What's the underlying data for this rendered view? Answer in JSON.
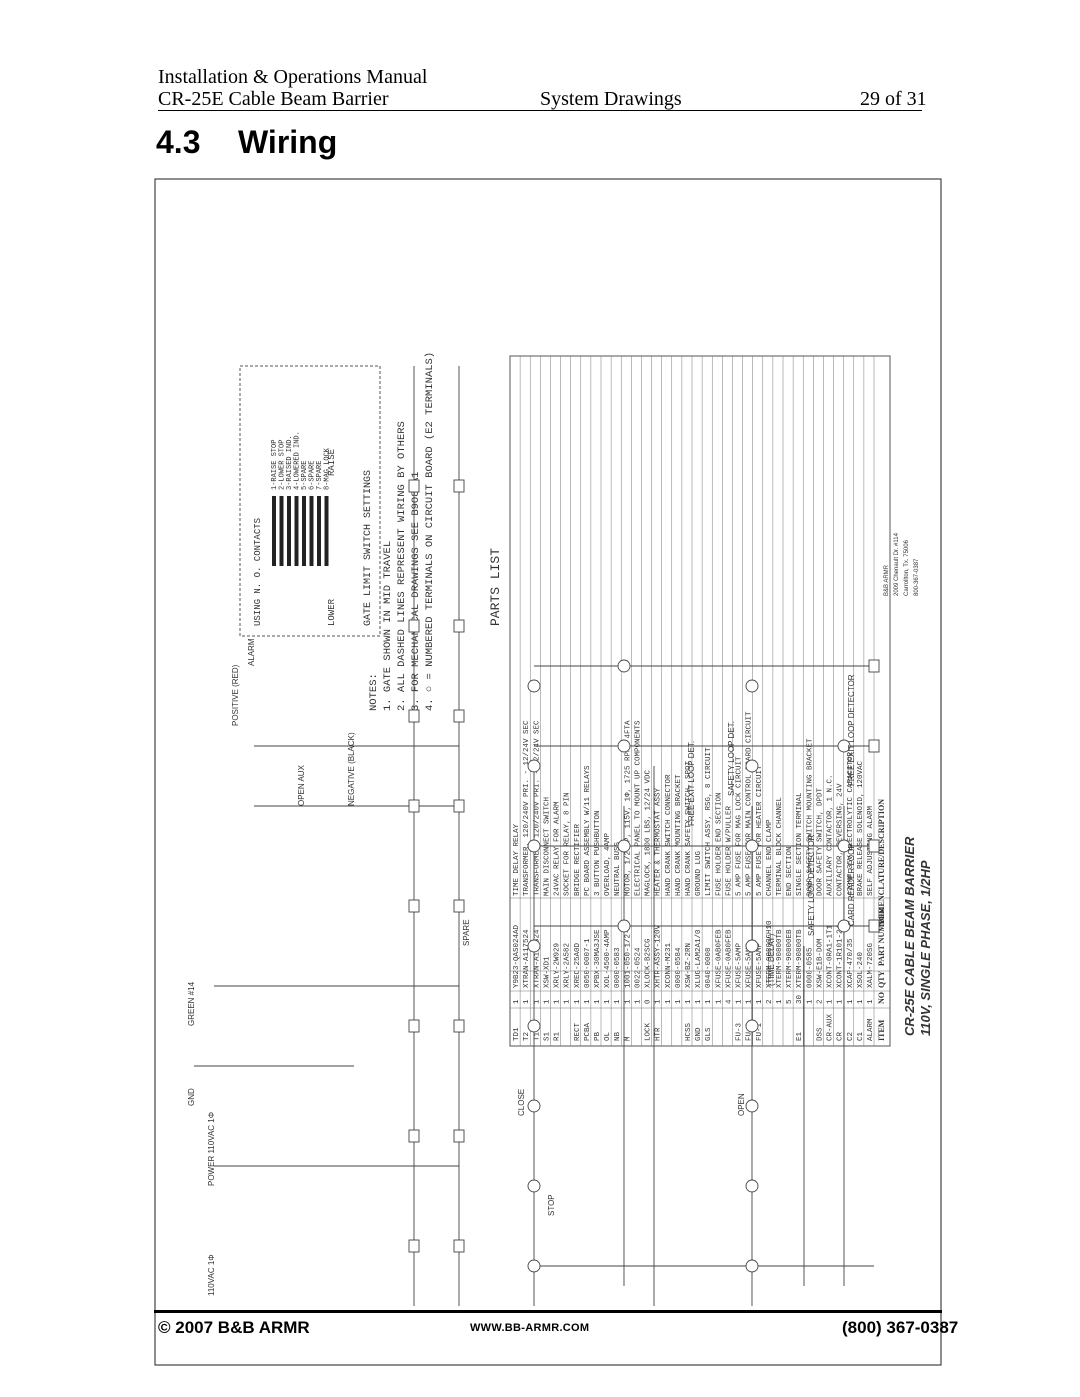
{
  "header": {
    "manual_title": "Installation & Operations Manual",
    "product_name": "CR-25E Cable Beam Barrier",
    "section_label": "System Drawings",
    "page_number": "29 of 31"
  },
  "section": {
    "number": "4.3",
    "title": "Wiring"
  },
  "drawing": {
    "notes_title": "NOTES:",
    "notes": [
      "1. GATE SHOWN IN MID TRAVEL",
      "2. ALL DASHED LINES REPRESENT WIRING BY OTHERS",
      "3. FOR MECHANICAL DRAWINGS SEE B9O8RA1",
      "4. ○ = NUMBERED TERMINALS ON CIRCUIT BOARD (E2 TERMINALS)"
    ],
    "limit_switch_title": "GATE LIMIT SWITCH SETTINGS",
    "limit_switch_subtitle": "USING N. O. CONTACTS",
    "limit_switch_positions": [
      "RAISE",
      "LOWER"
    ],
    "limit_switch_labels": [
      "1-RAISE STOP",
      "2-LOWER STOP",
      "3-RAISED IND.",
      "4-LOWERED IND.",
      "5-SPARE",
      "6-SPARE",
      "7-SPARE",
      "8-MAG LOCK"
    ],
    "parts_list_title": "PARTS LIST",
    "parts_columns": [
      "ITEM",
      "NO",
      "QTY",
      "PART NUMBER",
      "NOMENCLATURE/DESCRIPTION"
    ],
    "parts": [
      {
        "item": "TD1",
        "qty": "1",
        "part": "Y9B23-QAS024AD",
        "desc": "TIME DELAY RELAY"
      },
      {
        "item": "T2",
        "qty": "1",
        "part": "XTRAN-A117524",
        "desc": "TRANSFORMER, 120/240V PRI. - 12/24V SEC"
      },
      {
        "item": "T1",
        "qty": "1",
        "part": "XTRAN-A117524",
        "desc": "TRANSFORMER, 120/240V PRI. - 12/24V SEC"
      },
      {
        "item": "S1",
        "qty": "1",
        "part": "XSW-XD1",
        "desc": "MAIN DISCONNECT SWITCH"
      },
      {
        "item": "R1",
        "qty": "1",
        "part": "XRLY-2W929",
        "desc": "24VAC RELAY FOR ALARM"
      },
      {
        "item": "",
        "qty": "1",
        "part": "XRLY-2A582",
        "desc": "SOCKET FOR RELAY, 8 PIN"
      },
      {
        "item": "RECT",
        "qty": "1",
        "part": "XREC-25A0D",
        "desc": "BRIDGE RECTIFIER"
      },
      {
        "item": "PCBA",
        "qty": "1",
        "part": "0050-0007-1",
        "desc": "PC BOARD ASSEMBLY W/11 RELAYS"
      },
      {
        "item": "PB",
        "qty": "1",
        "part": "XPBX-30MA3JSE",
        "desc": "3 BUTTON PUSHBUTTON"
      },
      {
        "item": "OL",
        "qty": "1",
        "part": "XOL-4500-4AMP",
        "desc": "OVERLOAD, 4AMP"
      },
      {
        "item": "NB",
        "qty": "1",
        "part": "0000-0583",
        "desc": "NEUTRAL BUSS"
      },
      {
        "item": "M",
        "qty": "1",
        "part": "1001-050-1/2-2",
        "desc": "MOTOR, 1/2 HP, 115V, 1Φ, 1725 RPM, 4FTA"
      },
      {
        "item": "",
        "qty": "1",
        "part": "0022-0524",
        "desc": "ELECTRICAL PANEL TO MOUNT UP COMPONENTS"
      },
      {
        "item": "LOCK",
        "qty": "0",
        "part": "XLOCK-B2SCG",
        "desc": "MAGLOCK, 1800 LBS, 12/24 VDC"
      },
      {
        "item": "HTR",
        "qty": "1",
        "part": "XHTR-ASSY-120V",
        "desc": "HEATER & THERMOSTAT ASSY"
      },
      {
        "item": "",
        "qty": "1",
        "part": "XCONN-M231",
        "desc": "HAND CRANK SWITCH CONNECTOR"
      },
      {
        "item": "",
        "qty": "1",
        "part": "0000-0584",
        "desc": "HAND CRANK MOUNTING BRACKET"
      },
      {
        "item": "HCSS",
        "qty": "1",
        "part": "XSW-BZ-2RN",
        "desc": "HAND CRANK SAFETY SWITCH, SPDT"
      },
      {
        "item": "GND",
        "qty": "1",
        "part": "XLUG-LAM2A1/0",
        "desc": "GROUND LUG"
      },
      {
        "item": "GLS",
        "qty": "1",
        "part": "0040-0008",
        "desc": "LIMIT SWITCH ASSY, RSG, 8 CIRCUIT"
      },
      {
        "item": "",
        "qty": "1",
        "part": "XFUSE-0AB0FEB",
        "desc": "FUSE HOLDER END SECTION"
      },
      {
        "item": "",
        "qty": "4",
        "part": "XFUSE-0AB0FEB",
        "desc": "FUSE HOLDER W/PULLER"
      },
      {
        "item": "FU-3",
        "qty": "1",
        "part": "XFUSE-5AMP",
        "desc": "5 AMP FUSE FOR MAG LOCK CIRCUIT"
      },
      {
        "item": "FU-2",
        "qty": "1",
        "part": "XFUSE-5AMP",
        "desc": "5 AMP FUSE FOR MAIN CONTROL BOARD CIRCUIT"
      },
      {
        "item": "FU-1",
        "qty": "1",
        "part": "XFUSE-5AMP",
        "desc": "5 AMP FUSE FOR HEATER CIRCUIT"
      },
      {
        "item": "",
        "qty": "2",
        "part": "XTERM-90800CH10",
        "desc": "CHANNEL END CLAMP"
      },
      {
        "item": "",
        "qty": "1",
        "part": "XTERM-90800TB",
        "desc": "TERMINAL BLOCK CHANNEL"
      },
      {
        "item": "",
        "qty": "5",
        "part": "XTERM-90800EB",
        "desc": "END SECTION"
      },
      {
        "item": "E1",
        "qty": "30",
        "part": "XTERM-90800TB",
        "desc": "SINGLE SECTION TERMINAL"
      },
      {
        "item": "",
        "qty": "1",
        "part": "0000-0585",
        "desc": "DOOR SAFETY SWITCH MOUNTING BRACKET"
      },
      {
        "item": "DSS",
        "qty": "2",
        "part": "XSW-E1B-DOM",
        "desc": "DOOR SAFETY SWITCH, DPDT"
      },
      {
        "item": "CR-AUX",
        "qty": "1",
        "part": "XCONT-0RA1-1T1",
        "desc": "AUXILIARY CONTACTOR, 1 N.C."
      },
      {
        "item": "CR",
        "qty": "1",
        "part": "XCONT-1R101-24",
        "desc": "CONTACTOR, REVERSING, 24V"
      },
      {
        "item": "C2",
        "qty": "1",
        "part": "XCAP-470/35",
        "desc": "470MF 35V ELECTROLYTIC CAPACITOR"
      },
      {
        "item": "C1",
        "qty": "1",
        "part": "XSOL-240",
        "desc": "BRAKE RELEASE SOLENOID, 120VAC"
      },
      {
        "item": "ALARM",
        "qty": "1",
        "part": "XALM-720SG",
        "desc": "SELF ADJUSTING ALARM"
      }
    ],
    "title_block": {
      "title_line1": "CR-25E CABLE BEAM BARRIER",
      "title_line2": "110V, SINGLE PHASE, 1/2HP",
      "company": "B&B ARMR",
      "address1": "2009 Chenault Dr. #114",
      "address2": "Carrollton, Tx. 75006",
      "phone": "800-367-0387"
    },
    "schematic_labels": {
      "power_in": "110VAC 1Φ",
      "power": "POWER 110VAC 1Φ",
      "ground": "GND",
      "green": "GREEN #14",
      "alarm": "ALARM",
      "positive_red": "POSITIVE (RED)",
      "negative_black": "NEGATIVE (BLACK)",
      "open_aux": "OPEN AUX",
      "close": "CLOSE",
      "open": "OPEN",
      "stop": "STOP",
      "spare": "SPARE",
      "free_exit": "FREE EXIT LOOP DET.",
      "safety_loop": "SAFETY LOOP DET.",
      "time_delay": "(TIME DELAY)",
      "safety_loop_detector": "SAFETY LOOP DETECTOR",
      "free_exit_detector": "FREE EXIT LOOP DETECTOR",
      "card_reader": "CARD READER LOOP"
    }
  },
  "footer": {
    "copyright": "© 2007 B&B ARMR",
    "website": "WWW.BB-ARMR.COM",
    "phone": "(800) 367-0387"
  }
}
